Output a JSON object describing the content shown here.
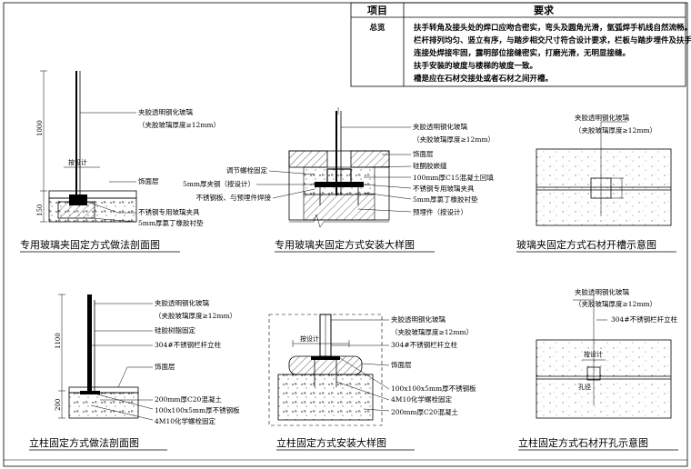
{
  "table": {
    "header_item": "项目",
    "header_req": "要求",
    "row_item": "总览",
    "row_lines": [
      "扶手转角及接头处的焊口应吻合密实，弯头及圆角光滑，氩弧焊手机线自然流畅。",
      "栏杆排列均匀、竖立有序，与踏步相交尺寸符合设计要求，栏板与踏步埋件及扶手",
      "连接处焊接牢固，露明部位接缝密实，打磨光滑，无明显接缝。",
      "扶手安装的坡度与楼梯的坡度一致。",
      "槽是应在石材交接处或者石材之间开槽。"
    ]
  },
  "panels": {
    "p1": {
      "title": "专用玻璃夹固定方式做法剖面图",
      "dim_height": "1000",
      "dim_base": "150",
      "dim_width": "按设计",
      "labels": [
        "夹胶透明钢化玻璃",
        "（夹胶玻璃厚度≥12mm）",
        "饰面层",
        "不锈钢专用玻璃夹具",
        "5mm厚氯丁橡胶衬垫"
      ]
    },
    "p2": {
      "title": "专用玻璃夹固定方式安装大样图",
      "labels_right": [
        "夹胶透明钢化玻璃",
        "（夹胶玻璃厚度≥12mm）",
        "饰面层",
        "硅酮胶嵌缝",
        "100mm厚C15混凝土回填",
        "不锈钢专用玻璃夹具",
        "5mm厚氯丁橡胶衬垫",
        "预埋件（按设计）"
      ],
      "labels_left": [
        "调节螺栓固定",
        "5mm厚夹钢（按设计）",
        "不锈钢板、与预埋件焊接"
      ]
    },
    "p3": {
      "title": "玻璃夹固定方式石材开槽示意图",
      "labels": [
        "夹胶透明钢化玻璃",
        "（夹胶玻璃厚度≥12mm）"
      ]
    },
    "p4": {
      "title": "立柱固定方式做法剖面图",
      "dim_height": "1100",
      "dim_base": "200",
      "labels": [
        "夹胶透明钢化玻璃",
        "（夹胶玻璃厚度≥12mm）",
        "硅胶树脂固定",
        "304#不锈钢栏杆立柱",
        "饰面层",
        "200mm厚C20混凝土",
        "100x100x5mm厚不锈钢板",
        "4M10化学螺栓固定"
      ]
    },
    "p5": {
      "title": "立柱固定方式安装大样图",
      "dim_width": "按设计",
      "labels": [
        "夹胶透明钢化玻璃",
        "（夹胶玻璃厚度≥12mm）",
        "304#不锈钢栏杆立柱",
        "饰面层",
        "100x100x5mm厚不锈钢板",
        "4M10化学螺栓固定",
        "200mm厚C20混凝土"
      ]
    },
    "p6": {
      "title": "立柱固定方式石材开孔示意图",
      "dim_width": "按设计",
      "dim_hole": "孔径",
      "labels": [
        "夹胶透明钢化玻璃",
        "（夹胶玻璃厚度≥12mm）",
        "304#不锈钢栏杆立柱"
      ]
    }
  }
}
